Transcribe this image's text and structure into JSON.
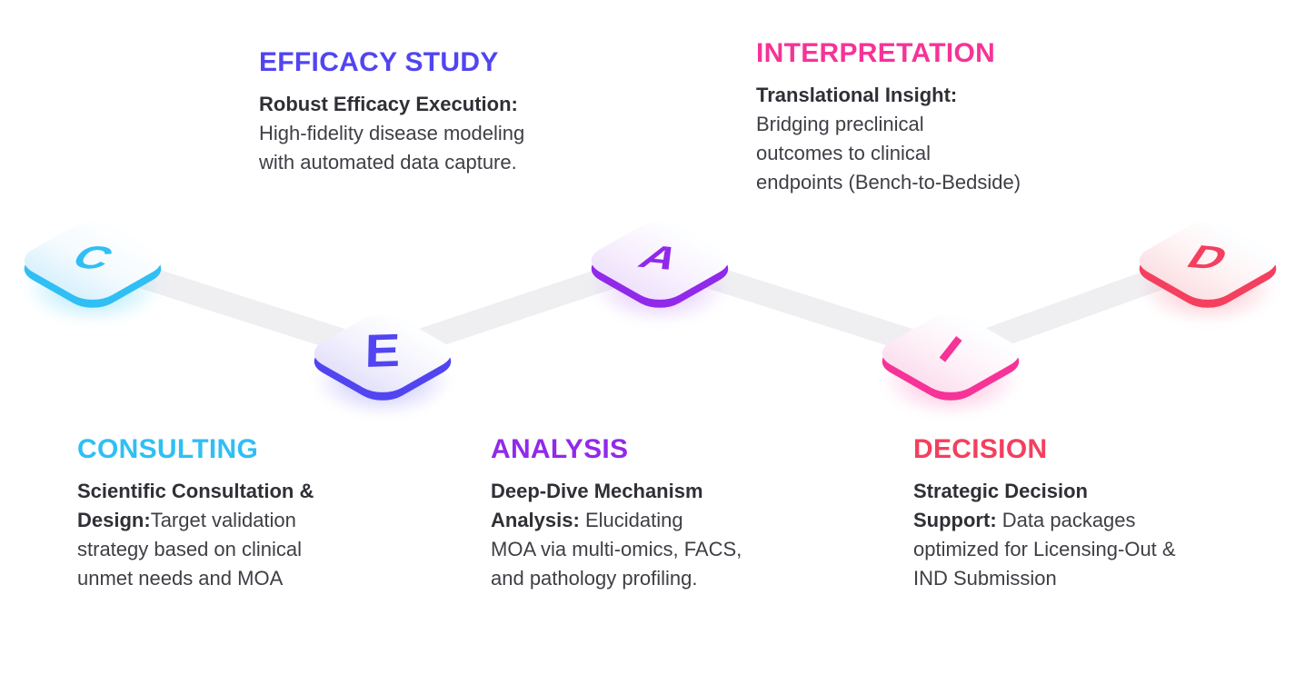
{
  "theme": {
    "connector": "#EFEFF2",
    "body_text": "#3E3E45",
    "body_bold": "#2F2F36",
    "background": "#FFFFFF"
  },
  "stages": [
    {
      "id": "consulting",
      "letter": "C",
      "heading": "CONSULTING",
      "body": [
        {
          "t": "Scientific Consultation &",
          "b": true
        },
        "br",
        {
          "t": "Design:",
          "b": true
        },
        {
          "t": "Target validation"
        },
        "br",
        {
          "t": "strategy based on clinical"
        },
        "br",
        {
          "t": "unmet needs and MOA"
        }
      ],
      "colors": {
        "accent": "#2FBFF4",
        "face": "#F3FAFE",
        "face2": "#D9F1FC",
        "glow": "rgba(24,190,242,0.42)"
      }
    },
    {
      "id": "efficacy-study",
      "letter": "E",
      "heading": "EFFICACY STUDY",
      "body": [
        {
          "t": "Robust Efficacy Execution:",
          "b": true
        },
        "br",
        {
          "t": "High-fidelity disease modeling"
        },
        "br",
        {
          "t": "with automated data capture."
        }
      ],
      "colors": {
        "accent": "#5145F1",
        "face": "#F3F2FD",
        "face2": "#E4E1FA",
        "glow": "rgba(81,69,241,0.38)"
      }
    },
    {
      "id": "analysis",
      "letter": "A",
      "heading": "ANALYSIS",
      "body": [
        {
          "t": "Deep-Dive Mechanism",
          "b": true
        },
        "br",
        {
          "t": "Analysis:",
          "b": true
        },
        {
          "t": " Elucidating"
        },
        "br",
        {
          "t": "MOA via multi-omics, FACS,"
        },
        "br",
        {
          "t": "and pathology profiling."
        }
      ],
      "colors": {
        "accent": "#9129EA",
        "face": "#F8F1FE",
        "face2": "#EFE2FB",
        "glow": "rgba(145,41,234,0.32)"
      }
    },
    {
      "id": "interpretation",
      "letter": "I",
      "heading": "INTERPRETATION",
      "body": [
        {
          "t": "Translational Insight:",
          "b": true
        },
        "br",
        {
          "t": "Bridging preclinical"
        },
        "br",
        {
          "t": "outcomes to clinical"
        },
        "br",
        {
          "t": "endpoints (Bench-to-Bedside)"
        }
      ],
      "colors": {
        "accent": "#F63397",
        "face": "#FEF1F8",
        "face2": "#FBDFEE",
        "glow": "rgba(246,51,151,0.38)"
      }
    },
    {
      "id": "decision",
      "letter": "D",
      "heading": "DECISION",
      "body": [
        {
          "t": "Strategic Decision",
          "b": true
        },
        "br",
        {
          "t": "Support:",
          "b": true
        },
        {
          "t": " Data packages"
        },
        "br",
        {
          "t": "optimized for Licensing-Out &"
        },
        "br",
        {
          "t": "IND Submission"
        }
      ],
      "colors": {
        "accent": "#F43F5E",
        "face": "#FEF2F3",
        "face2": "#FBE0E4",
        "glow": "rgba(244,63,94,0.38)"
      }
    }
  ]
}
